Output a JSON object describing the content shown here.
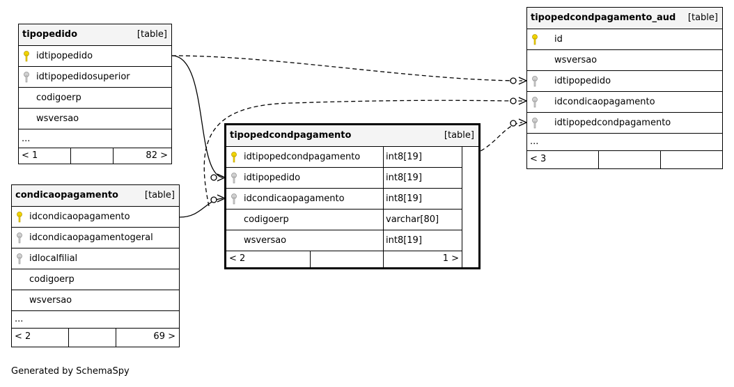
{
  "diagram": {
    "tables": {
      "tipopedido": {
        "name": "tipopedido",
        "tag": "[table]",
        "columns": [
          "idtipopedido",
          "idtipopedidosuperior",
          "codigoerp",
          "wsversao"
        ],
        "more": "...",
        "footer_left": "< 1",
        "footer_right": "82 >"
      },
      "condicaopagamento": {
        "name": "condicaopagamento",
        "tag": "[table]",
        "columns": [
          "idcondicaopagamento",
          "idcondicaopagamentogeral",
          "idlocalfilial",
          "codigoerp",
          "wsversao"
        ],
        "more": "...",
        "footer_left": "< 2",
        "footer_right": "69 >"
      },
      "tipopedcondpagamento": {
        "name": "tipopedcondpagamento",
        "tag": "[table]",
        "columns": [
          "idtipopedcondpagamento",
          "idtipopedido",
          "idcondicaopagamento",
          "codigoerp",
          "wsversao"
        ],
        "types": [
          "int8[19]",
          "int8[19]",
          "int8[19]",
          "varchar[80]",
          "int8[19]"
        ],
        "footer_left": "< 2",
        "footer_right": "1 >"
      },
      "tipopedcondpagamento_aud": {
        "name": "tipopedcondpagamento_aud",
        "tag": "[table]",
        "columns": [
          "id",
          "wsversao",
          "idtipopedido",
          "idcondicaopagamento",
          "idtipopedcondpagamento"
        ],
        "more": "...",
        "footer_left": "< 3"
      }
    },
    "key_colors": {
      "primary": "#f0d400",
      "foreign": "#b4b4b4"
    },
    "footer": "Generated by SchemaSpy"
  }
}
